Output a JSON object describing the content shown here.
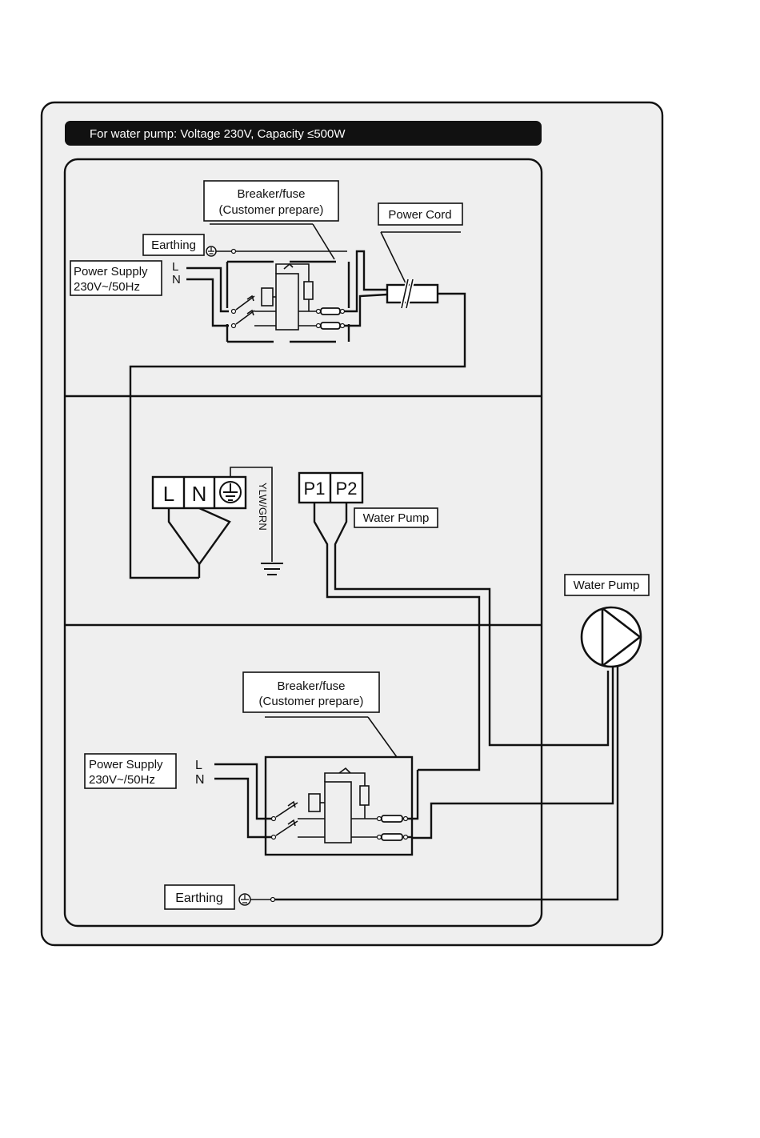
{
  "header": {
    "title": "For water pump: Voltage 230V, Capacity ≤500W"
  },
  "top_section": {
    "breaker_label_line1": "Breaker/fuse",
    "breaker_label_line2": "(Customer prepare)",
    "power_cord_label": "Power Cord",
    "earthing_label": "Earthing",
    "power_supply_line1": "Power Supply",
    "power_supply_line2": "230V~/50Hz",
    "terminal_l": "L",
    "terminal_n": "N"
  },
  "middle_section": {
    "terminal_block": {
      "l": "L",
      "n": "N"
    },
    "earth_wire_label": "YLW/GRN",
    "pump_terminals": {
      "p1": "P1",
      "p2": "P2"
    },
    "pump_terminal_label": "Water Pump"
  },
  "pump": {
    "label": "Water Pump"
  },
  "bottom_section": {
    "breaker_label_line1": "Breaker/fuse",
    "breaker_label_line2": "(Customer prepare)",
    "power_supply_line1": "Power Supply",
    "power_supply_line2": "230V~/50Hz",
    "terminal_l": "L",
    "terminal_n": "N",
    "earthing_label": "Earthing"
  },
  "colors": {
    "ink": "#111111",
    "panel_bg": "#efefef",
    "header_bg": "#111111",
    "header_text": "#ffffff"
  },
  "icons": [
    "earth-ground-icon",
    "pump-icon",
    "breaker-switch-icon",
    "fuse-icon",
    "cord-break-icon"
  ]
}
